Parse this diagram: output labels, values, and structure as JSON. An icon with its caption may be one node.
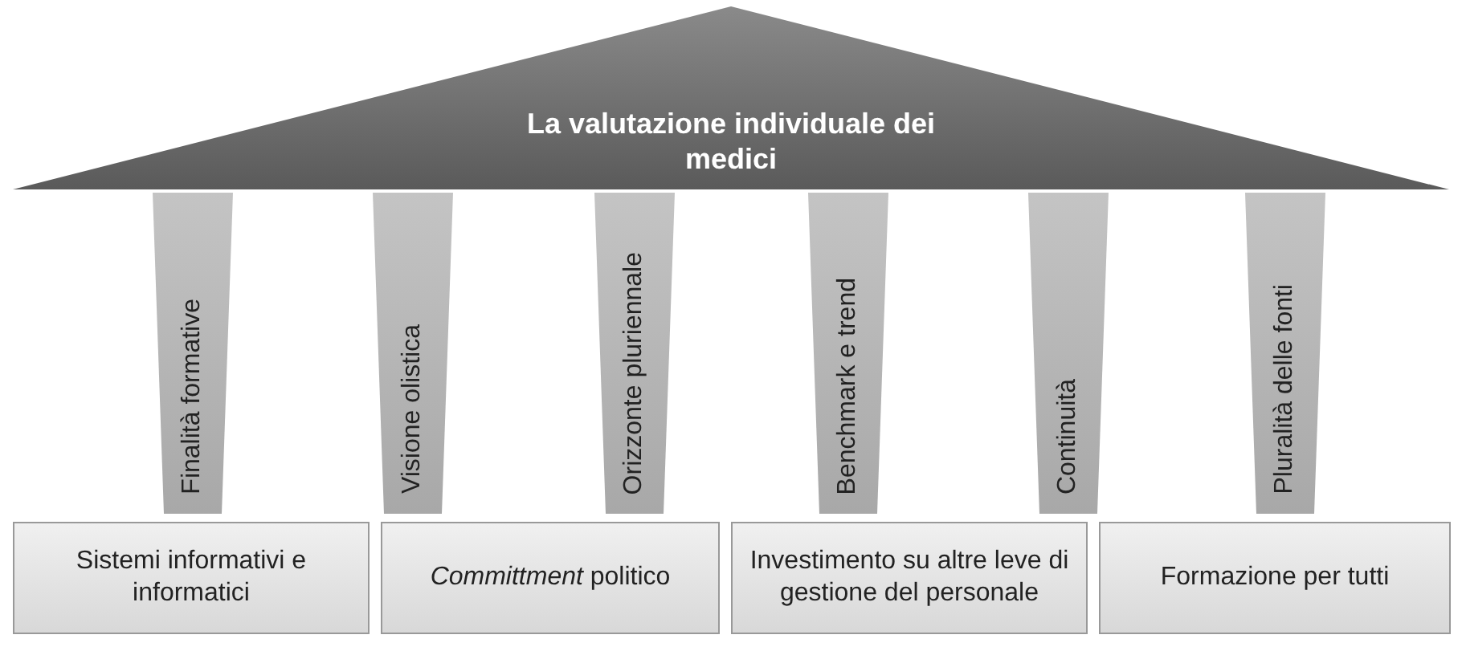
{
  "diagram": {
    "nodes": [
      {
        "text": [
          "La valutazione individuale dei medici"
        ]
      },
      {
        "text": [
          "Finalità formative"
        ]
      },
      {
        "text": [
          "Visione olistica"
        ]
      },
      {
        "text": [
          "Orizzonte pluriennale"
        ]
      },
      {
        "text": [
          "Benchmark e trend"
        ]
      },
      {
        "text": [
          "Continuità"
        ]
      },
      {
        "text": [
          "Pluralità delle fonti"
        ]
      },
      {
        "text": [
          "Sistemi informativi e informatici"
        ]
      },
      {
        "text": [
          "*Committment* politico"
        ]
      },
      {
        "text": [
          "Investimento su altre leve di gestione del personale"
        ]
      },
      {
        "text": [
          "Formazione per tutti"
        ]
      }
    ],
    "edges": []
  }
}
